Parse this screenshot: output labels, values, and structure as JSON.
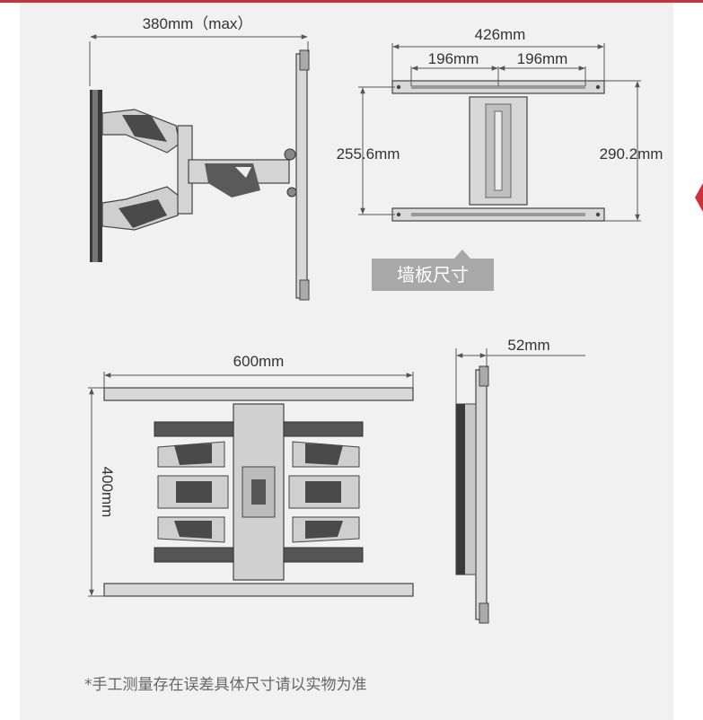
{
  "colors": {
    "accent": "#c8323a",
    "panel": "#f1f1f1",
    "line": "#555555",
    "metal": "#cfcfcf",
    "callout": "#a8a8a8"
  },
  "side_view": {
    "reach_label": "380mm（max）"
  },
  "wall_plate": {
    "width_label": "426mm",
    "spacing_left_label": "196mm",
    "spacing_right_label": "196mm",
    "inner_height_label": "255.6mm",
    "outer_height_label": "290.2mm",
    "callout_label": "墙板尺寸"
  },
  "front_view": {
    "width_label": "600mm",
    "height_label": "400mm"
  },
  "profile_view": {
    "depth_label": "52mm"
  },
  "footnote": "*手工测量存在误差具体尺寸请以实物为准"
}
